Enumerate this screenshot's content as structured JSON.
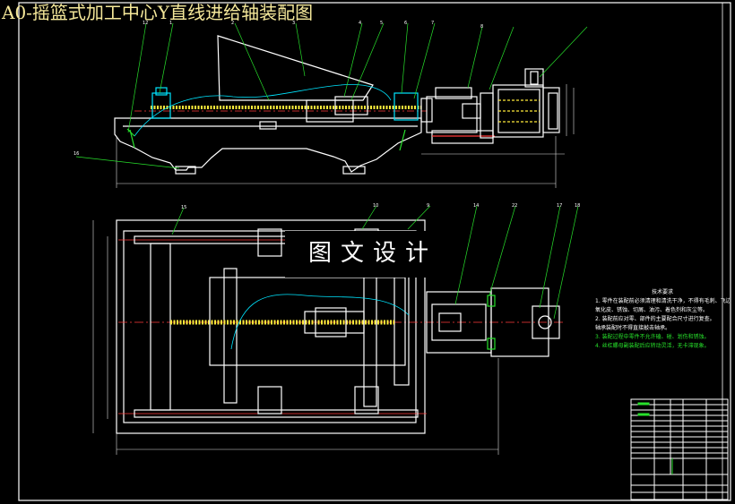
{
  "drawing": {
    "title": "A0-摇篮式加工中心Y直线进给轴装配图",
    "watermark": "图文设计",
    "colors": {
      "background": "#000000",
      "outline": "#ffffff",
      "title": "#f5e89a",
      "leader": "#27e02b",
      "centerline": "#ff3b3b",
      "screw": "#ffeb3b",
      "part_highlight": "#00e5ff",
      "dimension": "#dddddd"
    }
  },
  "part_labels": {
    "front_view": [
      "12",
      "1",
      "2",
      "3",
      "4",
      "5",
      "6",
      "7",
      "8",
      "16"
    ],
    "top_view": [
      "15",
      "10",
      "9",
      "14",
      "22",
      "17",
      "18"
    ]
  },
  "technical_requirements": {
    "title": "技术要求",
    "items": [
      {
        "text": "1. 零件在装配前必须清理和清洗干净，不得有毛刺、飞边、",
        "color": "white"
      },
      {
        "text": "   氧化皮、锈蚀、切屑、油污、着色剂和灰尘等。",
        "color": "white"
      },
      {
        "text": "2. 装配前应对零、部件的主要配合尺寸进行复查。",
        "color": "white"
      },
      {
        "text": "   轴承装配时不得直接敲击轴承。",
        "color": "white"
      },
      {
        "text": "3. 装配过程中零件不允许磕、碰、划伤和锈蚀。",
        "color": "green"
      },
      {
        "text": "4. 丝杠螺母副装配后应转动灵活，无卡滞现象。",
        "color": "green"
      }
    ]
  }
}
